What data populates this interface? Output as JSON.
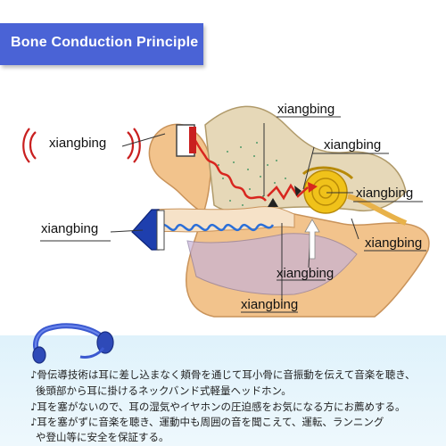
{
  "banner": {
    "title": "Bone Conduction Principle"
  },
  "labels": {
    "sound_waves": "xiangbing",
    "bone_pad": "xiangbing",
    "label_top": "xiangbing",
    "label_2": "xiangbing",
    "label_3": "xiangbing",
    "label_4": "xiangbing",
    "label_5": "xiangbing",
    "label_6": "xiangbing"
  },
  "notes": [
    "♪骨伝導技術は耳に差し込まなく頬骨を通じて耳小骨に音振動を伝えて音楽を聴き、",
    "後頭部から耳に掛けるネックバンド式軽量ヘッドホン。",
    "♪耳を塞がないので、耳の湿気やイヤホンの圧迫感をお気になる方にお薦めする。",
    "♪耳を塞がずに音楽を聴き、運動中も周囲の音を聞こえて、運転、ランニング",
    "や登山等に安全を保証する。"
  ],
  "colors": {
    "banner": "#4a63d6",
    "sound_wave": "#d8261f",
    "bone_wave": "#2b6fd8",
    "panel": "#e4f4fb"
  },
  "icons": {
    "headphone": "headphone-icon"
  }
}
